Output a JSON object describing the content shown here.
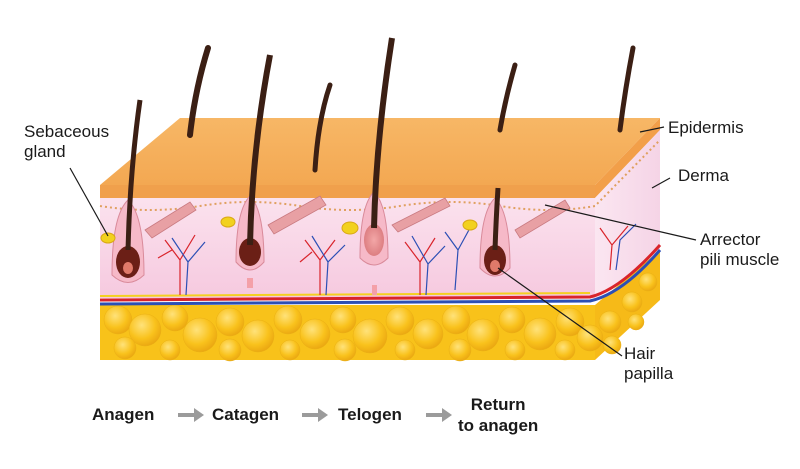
{
  "labels": {
    "sebaceous_gland": "Sebaceous\ngland",
    "epidermis": "Epidermis",
    "derma": "Derma",
    "arrector_pili_muscle": "Arrector\npili muscle",
    "hair_papilla": "Hair\npapilla"
  },
  "stages": [
    {
      "label": "Anagen"
    },
    {
      "label": "Catagen"
    },
    {
      "label": "Telogen"
    },
    {
      "label": "Return\nto anagen"
    }
  ],
  "colors": {
    "epidermis_top": "#f5b158",
    "epidermis_side": "#f0a24a",
    "derma": "#f9d4e6",
    "fat": "#f8c21a",
    "hair": "#3b1f14",
    "artery": "#d9242b",
    "vein": "#2c4fb5",
    "arrow": "#9b9b9b"
  }
}
